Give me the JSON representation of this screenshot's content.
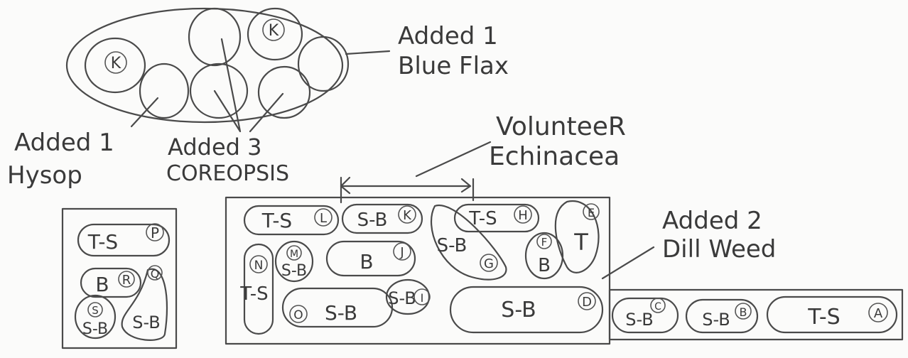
{
  "annotations": {
    "blue_flax_line1": "Added 1",
    "blue_flax_line2": "Blue Flax",
    "hysop_line1": "Added 1",
    "hysop_line2": "Hysop",
    "coreopsis_line1": "Added 3",
    "coreopsis_line2": "COREOPSIS",
    "echinacea_line1": "VolunteeR",
    "echinacea_line2": "Echinacea",
    "dill_line1": "Added 2",
    "dill_line2": "Dill Weed"
  },
  "oval_bed": {
    "plants": [
      {
        "letter": "K"
      },
      {
        "letter": ""
      },
      {
        "letter": ""
      },
      {
        "letter": "K"
      },
      {
        "letter": ""
      },
      {
        "letter": ""
      },
      {
        "letter": ""
      }
    ]
  },
  "left_bed": {
    "plants": [
      {
        "label": "T-S",
        "letter": "P"
      },
      {
        "label": "B",
        "letter": "R"
      },
      {
        "label": "",
        "letter": "Q"
      },
      {
        "label": "S-B",
        "letter": "S"
      },
      {
        "label": "S-B",
        "letter": ""
      }
    ]
  },
  "center_bed": {
    "plants": [
      {
        "label": "T-S",
        "letter": "L"
      },
      {
        "label": "S-B",
        "letter": "K"
      },
      {
        "label": "S-B",
        "letter": "G"
      },
      {
        "label": "T-S",
        "letter": "H"
      },
      {
        "label": "T",
        "letter": "E"
      },
      {
        "label": "B",
        "letter": "J"
      },
      {
        "label": "B",
        "letter": "F"
      },
      {
        "label": "S-B",
        "letter": "M"
      },
      {
        "label": "T-S",
        "letter": "N"
      },
      {
        "label": "S-B",
        "letter": "O"
      },
      {
        "label": "S-B",
        "letter": "I"
      },
      {
        "label": "S-B",
        "letter": "D"
      }
    ]
  },
  "right_bed": {
    "plants": [
      {
        "label": "S-B",
        "letter": "C"
      },
      {
        "label": "S-B",
        "letter": "B"
      },
      {
        "label": "T-S",
        "letter": "A"
      }
    ]
  }
}
